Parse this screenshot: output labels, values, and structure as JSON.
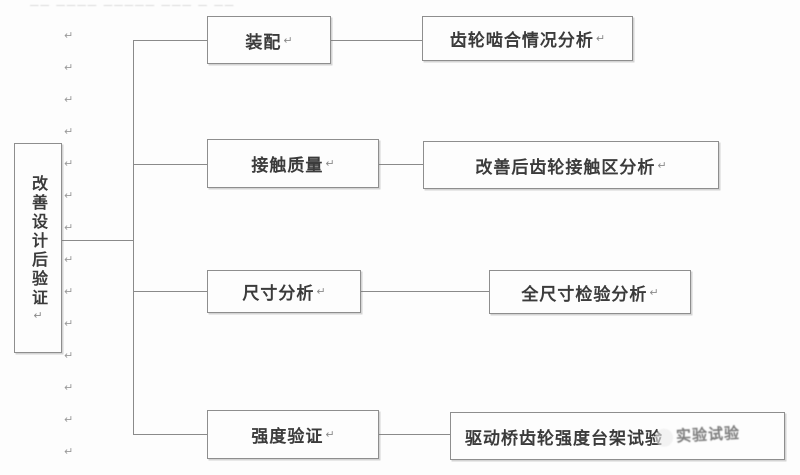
{
  "document": {
    "type": "flowchart",
    "title": "改善设计后验证",
    "top_cut_text": "▁▁  ▁▁▁▁  ▁▁▁▁▁  ▁▁▁ ▁ ▁▁",
    "paragraph_mark": "↵",
    "colors": {
      "page_background": "#fdfdfd",
      "box_border": "#8e8e8e",
      "box_fill": "#fdfdfd",
      "text": "#3b3b3b",
      "connector": "#8a8a8a",
      "mark": "#9a9a9a"
    }
  },
  "root": {
    "label": "改善设计后验证",
    "cr": "↵"
  },
  "branches": [
    {
      "stage": {
        "label": "装配",
        "cr": "↵"
      },
      "detail": {
        "label": "齿轮啮合情况分析",
        "cr": "↵"
      }
    },
    {
      "stage": {
        "label": "接触质量",
        "cr": "↵"
      },
      "detail": {
        "label": "改善后齿轮接触区分析",
        "cr": "↵"
      }
    },
    {
      "stage": {
        "label": "尺寸分析",
        "cr": "↵"
      },
      "detail": {
        "label": "全尺寸检验分析",
        "cr": "↵"
      }
    },
    {
      "stage": {
        "label": "强度验证",
        "cr": "↵"
      },
      "detail": {
        "label": "驱动桥齿轮强度台架试验",
        "cr": ""
      }
    }
  ],
  "watermark": {
    "text": "实验试验"
  }
}
